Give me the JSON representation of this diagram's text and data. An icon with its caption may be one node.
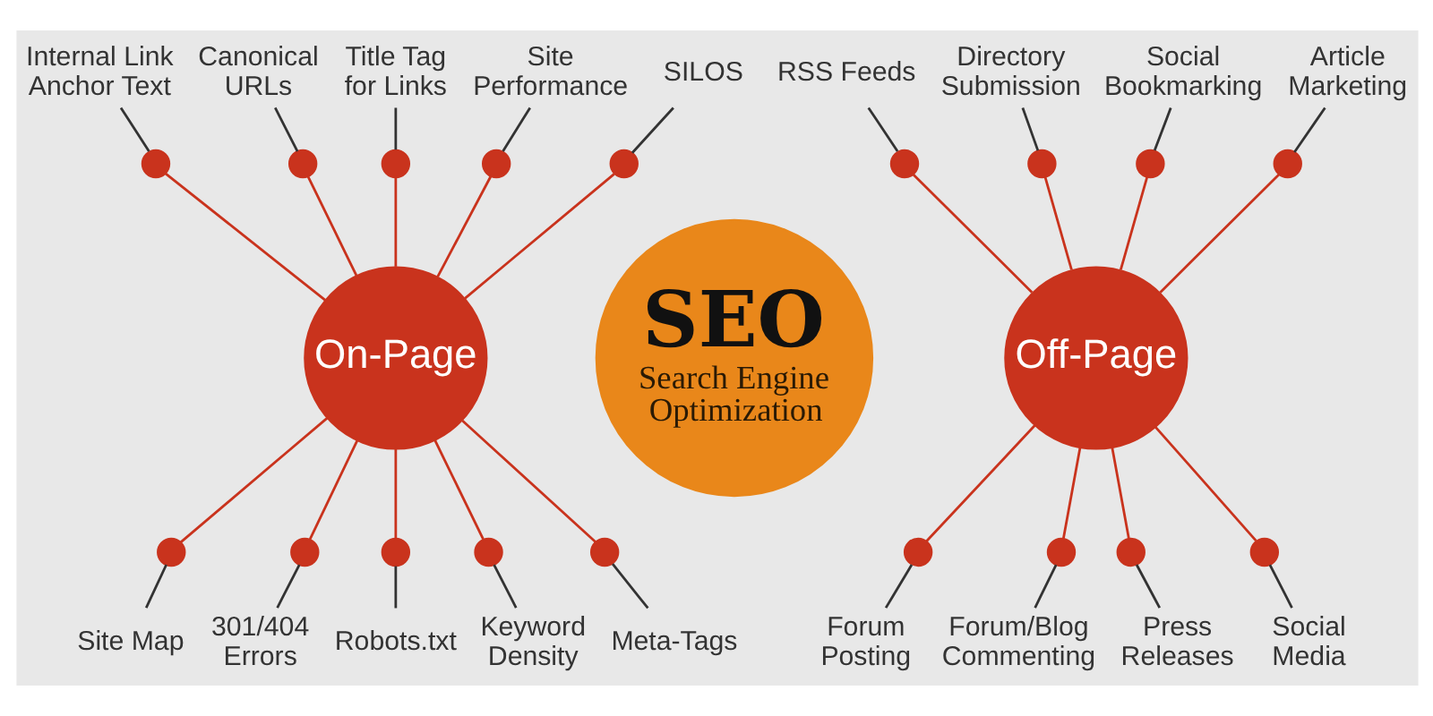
{
  "diagram": {
    "nodes": [
      {
        "text": [
          "On-Page"
        ]
      },
      {
        "text": [
          "SEO",
          "Search Engine Optimization"
        ]
      },
      {
        "text": [
          "Off-Page"
        ]
      },
      {
        "text": [
          "Internal Link Anchor Text"
        ]
      },
      {
        "text": [],
        "shape": "circle"
      },
      {
        "text": [
          "Canonical URLs"
        ]
      },
      {
        "text": [],
        "shape": "circle"
      },
      {
        "text": [
          "Title Tag for Links"
        ]
      },
      {
        "text": [],
        "shape": "circle"
      },
      {
        "text": [
          "Site Performance"
        ]
      },
      {
        "text": [],
        "shape": "circle"
      },
      {
        "text": [
          "SILOS"
        ]
      },
      {
        "text": [],
        "shape": "circle"
      },
      {
        "text": [
          "Site Map"
        ]
      },
      {
        "text": [],
        "shape": "circle"
      },
      {
        "text": [
          "301/404 Errors"
        ]
      },
      {
        "text": [],
        "shape": "circle"
      },
      {
        "text": [
          "Robots.txt"
        ]
      },
      {
        "text": [],
        "shape": "circle"
      },
      {
        "text": [
          "Keyword Density"
        ]
      },
      {
        "text": [],
        "shape": "circle"
      },
      {
        "text": [
          "Meta-Tags"
        ]
      },
      {
        "text": [],
        "shape": "circle"
      },
      {
        "text": [
          "RSS Feeds"
        ]
      },
      {
        "text": [],
        "shape": "circle"
      },
      {
        "text": [
          "Directory Submission"
        ]
      },
      {
        "text": [],
        "shape": "circle"
      },
      {
        "text": [
          "Social Bookmarking"
        ]
      },
      {
        "text": [],
        "shape": "circle"
      },
      {
        "text": [
          "Article Marketing"
        ]
      },
      {
        "text": [],
        "shape": "circle"
      },
      {
        "text": [
          "Forum Posting"
        ]
      },
      {
        "text": [],
        "shape": "circle"
      },
      {
        "text": [
          "Forum/Blog Commenting"
        ]
      },
      {
        "text": [],
        "shape": "circle"
      },
      {
        "text": [
          "Press Releases"
        ]
      },
      {
        "text": [],
        "shape": "circle"
      },
      {
        "text": [
          "Social Media"
        ]
      },
      {
        "text": [],
        "shape": "circle"
      }
    ],
    "edges": [
      {
        "from": 3,
        "to": 4,
        "arrow": "none",
        "color": "#333333"
      },
      {
        "from": 4,
        "to": 0,
        "arrow": "none",
        "color": "#c9331d"
      },
      {
        "from": 5,
        "to": 6,
        "arrow": "none",
        "color": "#333333"
      },
      {
        "from": 6,
        "to": 0,
        "arrow": "none",
        "color": "#c9331d"
      },
      {
        "from": 7,
        "to": 8,
        "arrow": "none",
        "color": "#333333"
      },
      {
        "from": 8,
        "to": 0,
        "arrow": "none",
        "color": "#c9331d"
      },
      {
        "from": 9,
        "to": 10,
        "arrow": "none",
        "color": "#333333"
      },
      {
        "from": 10,
        "to": 0,
        "arrow": "none",
        "color": "#c9331d"
      },
      {
        "from": 11,
        "to": 12,
        "arrow": "none",
        "color": "#333333"
      },
      {
        "from": 12,
        "to": 0,
        "arrow": "none",
        "color": "#c9331d"
      },
      {
        "from": 0,
        "to": 14,
        "arrow": "none",
        "color": "#c9331d"
      },
      {
        "from": 14,
        "to": 13,
        "arrow": "none",
        "color": "#333333"
      },
      {
        "from": 0,
        "to": 16,
        "arrow": "none",
        "color": "#c9331d"
      },
      {
        "from": 16,
        "to": 15,
        "arrow": "none",
        "color": "#333333"
      },
      {
        "from": 0,
        "to": 18,
        "arrow": "none",
        "color": "#c9331d"
      },
      {
        "from": 18,
        "to": 17,
        "arrow": "none",
        "color": "#333333"
      },
      {
        "from": 0,
        "to": 20,
        "arrow": "none",
        "color": "#c9331d"
      },
      {
        "from": 20,
        "to": 19,
        "arrow": "none",
        "color": "#333333"
      },
      {
        "from": 0,
        "to": 22,
        "arrow": "none",
        "color": "#c9331d"
      },
      {
        "from": 22,
        "to": 21,
        "arrow": "none",
        "color": "#333333"
      },
      {
        "from": 23,
        "to": 24,
        "arrow": "none",
        "color": "#333333"
      },
      {
        "from": 24,
        "to": 2,
        "arrow": "none",
        "color": "#c9331d"
      },
      {
        "from": 25,
        "to": 26,
        "arrow": "none",
        "color": "#333333"
      },
      {
        "from": 26,
        "to": 2,
        "arrow": "none",
        "color": "#c9331d"
      },
      {
        "from": 27,
        "to": 28,
        "arrow": "none",
        "color": "#333333"
      },
      {
        "from": 28,
        "to": 2,
        "arrow": "none",
        "color": "#c9331d"
      },
      {
        "from": 29,
        "to": 30,
        "arrow": "none",
        "color": "#333333"
      },
      {
        "from": 30,
        "to": 2,
        "arrow": "none",
        "color": "#c9331d"
      },
      {
        "from": 2,
        "to": 32,
        "arrow": "none",
        "color": "#c9331d"
      },
      {
        "from": 32,
        "to": 31,
        "arrow": "none",
        "color": "#333333"
      },
      {
        "from": 2,
        "to": 34,
        "arrow": "none",
        "color": "#c9331d"
      },
      {
        "from": 34,
        "to": 33,
        "arrow": "none",
        "color": "#333333"
      },
      {
        "from": 2,
        "to": 36,
        "arrow": "none",
        "color": "#c9331d"
      },
      {
        "from": 36,
        "to": 35,
        "arrow": "none",
        "color": "#333333"
      },
      {
        "from": 2,
        "to": 38,
        "arrow": "none",
        "color": "#c9331d"
      },
      {
        "from": 38,
        "to": 37,
        "arrow": "none",
        "color": "#333333"
      }
    ]
  }
}
